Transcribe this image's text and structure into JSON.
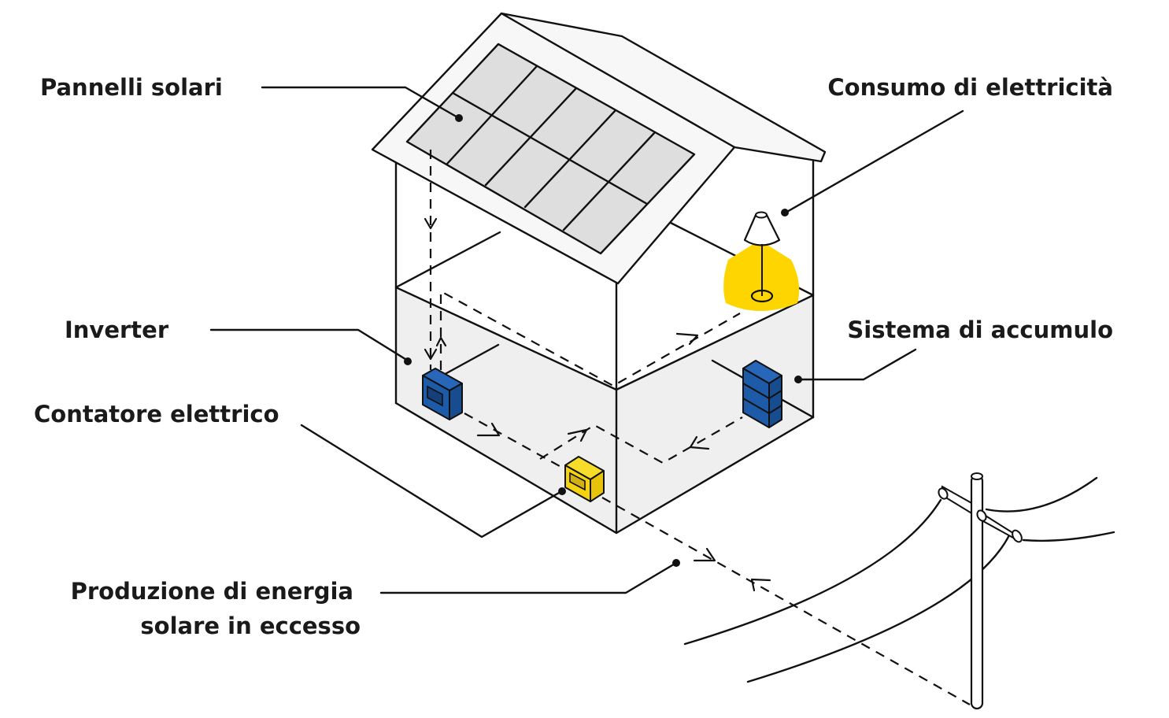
{
  "title": "Schema impianto fotovoltaico con accumulo",
  "labels": {
    "solar_panels": "Pannelli solari",
    "consumption": "Consumo di elettricità",
    "inverter": "Inverter",
    "storage": "Sistema di accumulo",
    "meter": "Contatore elettrico",
    "excess_line1": "Produzione di energia",
    "excess_line2": "solare in eccesso"
  },
  "colors": {
    "outline": "#111111",
    "wall_fill": "#efefef",
    "panel_fill": "#dddddd",
    "roof_fill": "#f7f7f7",
    "inverter_blue": "#1d5aa8",
    "battery_blue": "#1d5aa8",
    "meter_yellow": "#f5d30f",
    "lamp_light": "#ffd500"
  },
  "components": [
    "solar-panels",
    "inverter",
    "electric-meter",
    "battery-storage",
    "lamp",
    "utility-pole"
  ]
}
